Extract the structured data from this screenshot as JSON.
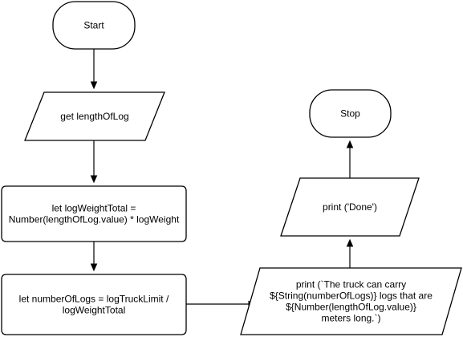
{
  "diagram": {
    "nodes": [
      {
        "id": "start",
        "shape": "terminator",
        "lines": [
          "Start"
        ]
      },
      {
        "id": "input-length",
        "shape": "data",
        "lines": [
          "get lengthOfLog"
        ]
      },
      {
        "id": "calc-weight",
        "shape": "process",
        "lines": [
          "let logWeightTotal =",
          "Number(lengthOfLog.value) * logWeight"
        ]
      },
      {
        "id": "calc-logs",
        "shape": "process",
        "lines": [
          "let numberOfLogs = logTruckLimit /",
          "logWeightTotal"
        ]
      },
      {
        "id": "print-result",
        "shape": "data",
        "lines": [
          "print (`The truck can carry",
          "${String(numberOfLogs)} logs that are",
          "${Number(lengthOfLog.value)}",
          "meters long.`)"
        ]
      },
      {
        "id": "print-done",
        "shape": "data",
        "lines": [
          "print ('Done')"
        ]
      },
      {
        "id": "stop",
        "shape": "terminator",
        "lines": [
          "Stop"
        ]
      }
    ],
    "edges": [
      {
        "from": "start",
        "to": "input-length"
      },
      {
        "from": "input-length",
        "to": "calc-weight"
      },
      {
        "from": "calc-weight",
        "to": "calc-logs"
      },
      {
        "from": "calc-logs",
        "to": "print-result"
      },
      {
        "from": "print-result",
        "to": "print-done"
      },
      {
        "from": "print-done",
        "to": "stop"
      }
    ]
  }
}
